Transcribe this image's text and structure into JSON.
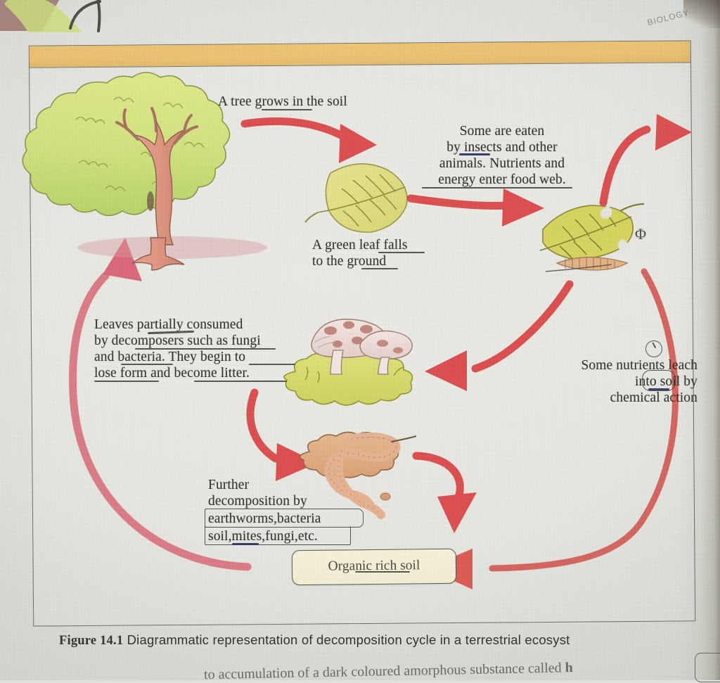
{
  "page": {
    "watermark": "BIOLOGY",
    "background_color": "#e4e5de",
    "frame_band_color": "#eec06a",
    "arrow_color": "#dd4a4a",
    "arrow_color_pale": "#d96b76"
  },
  "figure": {
    "title_caption_prefix": "Figure 14.1",
    "title_caption_text": "Diagrammatic representation of decomposition cycle in a terrestrial ecosyst",
    "bleed_text_a": "to accumulation of a dark coloured amorphous substance called ",
    "bleed_text_b": "h"
  },
  "labels": [
    {
      "id": "tree-grows",
      "text": "A tree grows in the soil"
    },
    {
      "id": "leaf-falls-l1",
      "text": "A green leaf falls"
    },
    {
      "id": "leaf-falls-l2",
      "text": "to the ground"
    },
    {
      "id": "eaten-l1",
      "text": "Some are eaten"
    },
    {
      "id": "eaten-l2",
      "text": "by insects and other"
    },
    {
      "id": "eaten-l3",
      "text": "animals. Nutrients and"
    },
    {
      "id": "eaten-l4",
      "text": "energy enter food web."
    },
    {
      "id": "leaves-l1",
      "text": "Leaves partially consumed"
    },
    {
      "id": "leaves-l2",
      "text": "by decomposers such as fungi"
    },
    {
      "id": "leaves-l3",
      "text": "and bacteria. They begin to"
    },
    {
      "id": "leaves-l4",
      "text": "lose form and become litter."
    },
    {
      "id": "leach-l1",
      "text": "Some nutrients leach"
    },
    {
      "id": "leach-l2",
      "text": "into soil by"
    },
    {
      "id": "leach-l3",
      "text": "chemical action"
    },
    {
      "id": "further-l1",
      "text": "Further"
    },
    {
      "id": "further-l2",
      "text": "decomposition by"
    },
    {
      "id": "further-l3",
      "text": "earthworms,bacteria"
    },
    {
      "id": "further-l4",
      "text": "soil,mites,fungi,etc."
    }
  ],
  "callout": {
    "organic_rich_soil": "Organic rich soil"
  },
  "annotations": {
    "marginalia_phi": "Φ",
    "marginalia_circle_mark": "?"
  },
  "icons": {
    "tree": "tree-icon",
    "green_leaf": "green-leaf-icon",
    "eaten_leaf": "eaten-leaf-icon",
    "caterpillar": "caterpillar-icon",
    "mushrooms": "mushroom-icon",
    "earthworms": "earthworm-icon"
  }
}
